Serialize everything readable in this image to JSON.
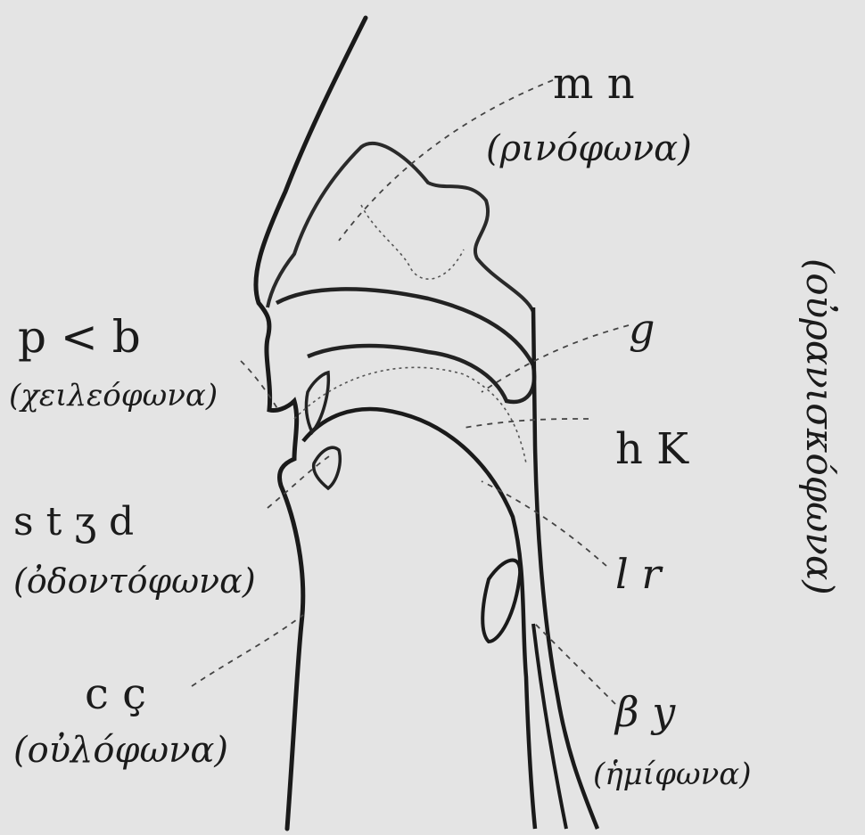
{
  "diagram": {
    "labels": {
      "nasal_letters": "m n",
      "nasal_group": "(ρινόφωνα)",
      "palatal_group": "(οὐρανισκόφωνα)",
      "g_letter": "g",
      "labial_letters": "p < b",
      "labial_group": "(χειλεόφωνα)",
      "velar_letters": "h K",
      "dental_letters": "s t ʒ d",
      "dental_group": "(ὀδοντόφωνα)",
      "l_r_letters": "l r",
      "gum_letters": "c ç",
      "gum_group": "(οὐλόφωνα)",
      "semi_letters": "β y",
      "semi_group": "(ἡμίφωνα)"
    }
  }
}
